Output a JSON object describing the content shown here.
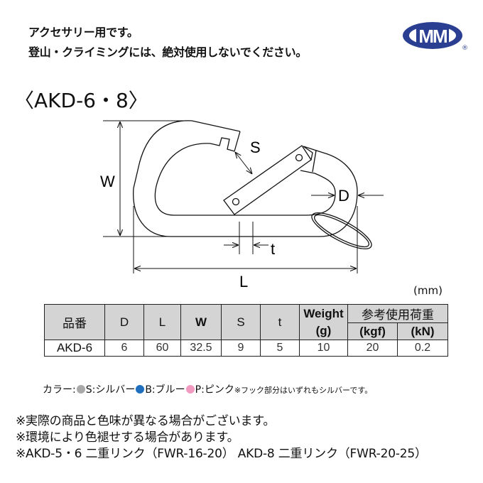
{
  "warnings": [
    "アクセサリー用です。",
    "登山・クライミングには、絶対使用しないでください。"
  ],
  "logo": {
    "text": "MM",
    "registered": "®",
    "color": "#2b3f92"
  },
  "model_title": "〈AKD-6・8〉",
  "diagram_labels": {
    "W": "W",
    "S": "S",
    "D": "D",
    "t": "t",
    "L": "L"
  },
  "table": {
    "unit": "(mm)",
    "headers": {
      "product": "品番",
      "D": "D",
      "L": "L",
      "W": "W",
      "S": "S",
      "t": "t",
      "weight": "Weight",
      "weight_unit": "(g)",
      "load": "参考使用荷重",
      "kgf": "(kgf)",
      "kN": "(kN)"
    },
    "rows": [
      {
        "product": "AKD-6",
        "D": "6",
        "L": "60",
        "W": "32.5",
        "S": "9",
        "t": "5",
        "weight": "10",
        "kgf": "20",
        "kN": "0.2"
      }
    ]
  },
  "colors": {
    "label": "カラー:",
    "options": [
      {
        "name": "S:シルバー",
        "hex": "#a8a8a8"
      },
      {
        "name": "B:ブルー",
        "hex": "#1f6fc0"
      },
      {
        "name": "P:ピンク",
        "hex": "#f29ac0"
      }
    ],
    "note": "※フック部分はいずれもシルバーです。"
  },
  "notes": [
    "※実際の商品と色味が異なる場合がございます。",
    "※環境により色褪せする場合があります。",
    "※AKD-5・6 二重リンク（FWR-16-20） AKD-8 二重リンク（FWR-20-25）"
  ]
}
